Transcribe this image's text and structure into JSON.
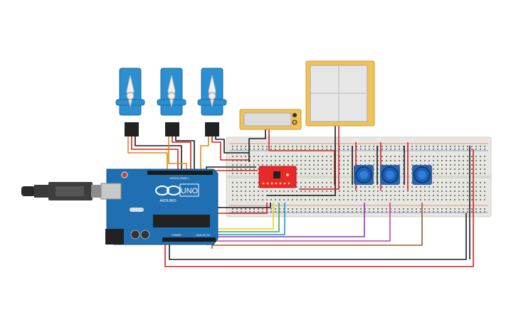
{
  "arduino": {
    "brand_text": "UNO",
    "logo_text": "ARDUINO",
    "power_label": "POWER",
    "analog_label": "ANALOG IN",
    "digital_label": "DIGITAL (PWM~)"
  },
  "modules": {
    "lcd_label": "",
    "touch_label": "",
    "sensor_label": ""
  },
  "colors": {
    "board": "#1f6fb2",
    "breadboard": "#e7e7e2",
    "servo": "#2b8fd0",
    "pot_knob": "#1d5fb0",
    "sensor_board": "#e8282b",
    "lcd_frame": "#f0c35a",
    "wire_red": "#d42020",
    "wire_black": "#1a1a1a",
    "wire_orange": "#e08a10",
    "wire_yellow": "#e8d21a",
    "wire_green": "#3aa84a",
    "wire_blue": "#1e8fd8",
    "wire_purple": "#9b2fb8",
    "wire_magenta": "#d43a9a",
    "wire_brown": "#9a5a2a"
  },
  "icons": [
    "usb-cable-icon",
    "servo-icon",
    "potentiometer-icon",
    "arduino-logo-icon"
  ]
}
